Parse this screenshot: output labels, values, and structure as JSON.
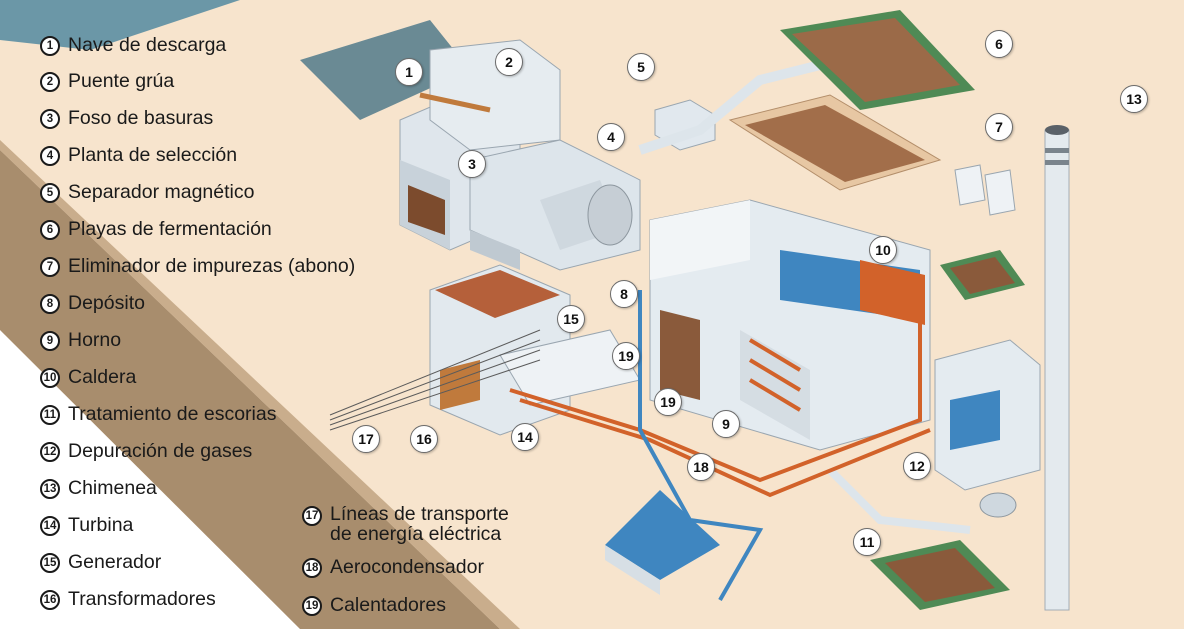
{
  "legend": {
    "items": [
      {
        "num": "1",
        "label": "Nave de descarga"
      },
      {
        "num": "2",
        "label": "Puente grúa"
      },
      {
        "num": "3",
        "label": "Foso de basuras"
      },
      {
        "num": "4",
        "label": "Planta de selección"
      },
      {
        "num": "5",
        "label": "Separador magnético"
      },
      {
        "num": "6",
        "label": "Playas de fermentación"
      },
      {
        "num": "7",
        "label": "Eliminador de impurezas (abono)"
      },
      {
        "num": "8",
        "label": "Depósito"
      },
      {
        "num": "9",
        "label": "Horno"
      },
      {
        "num": "10",
        "label": "Caldera"
      },
      {
        "num": "11",
        "label": "Tratamiento de escorias"
      },
      {
        "num": "12",
        "label": "Depuración de gases"
      },
      {
        "num": "13",
        "label": "Chimenea"
      },
      {
        "num": "14",
        "label": "Turbina"
      },
      {
        "num": "15",
        "label": "Generador"
      },
      {
        "num": "16",
        "label": "Transformadores"
      },
      {
        "num": "17",
        "label_line1": "Líneas de transporte",
        "label_line2": "de energía eléctrica"
      },
      {
        "num": "18",
        "label": "Aerocondensador"
      },
      {
        "num": "19",
        "label": "Calentadores"
      }
    ]
  },
  "callouts": [
    "1",
    "2",
    "3",
    "4",
    "5",
    "6",
    "7",
    "8",
    "9",
    "10",
    "11",
    "12",
    "13",
    "14",
    "15",
    "16",
    "17",
    "18",
    "19",
    "19"
  ],
  "colors": {
    "ground": "#f7e4cd",
    "road": "#a88d6d",
    "water": "#6a8a94",
    "hot_pipe": "#d2622a",
    "cold_pipe": "#3f86c0",
    "soil": "#8a5a3b",
    "building": "#dfe6ec"
  }
}
